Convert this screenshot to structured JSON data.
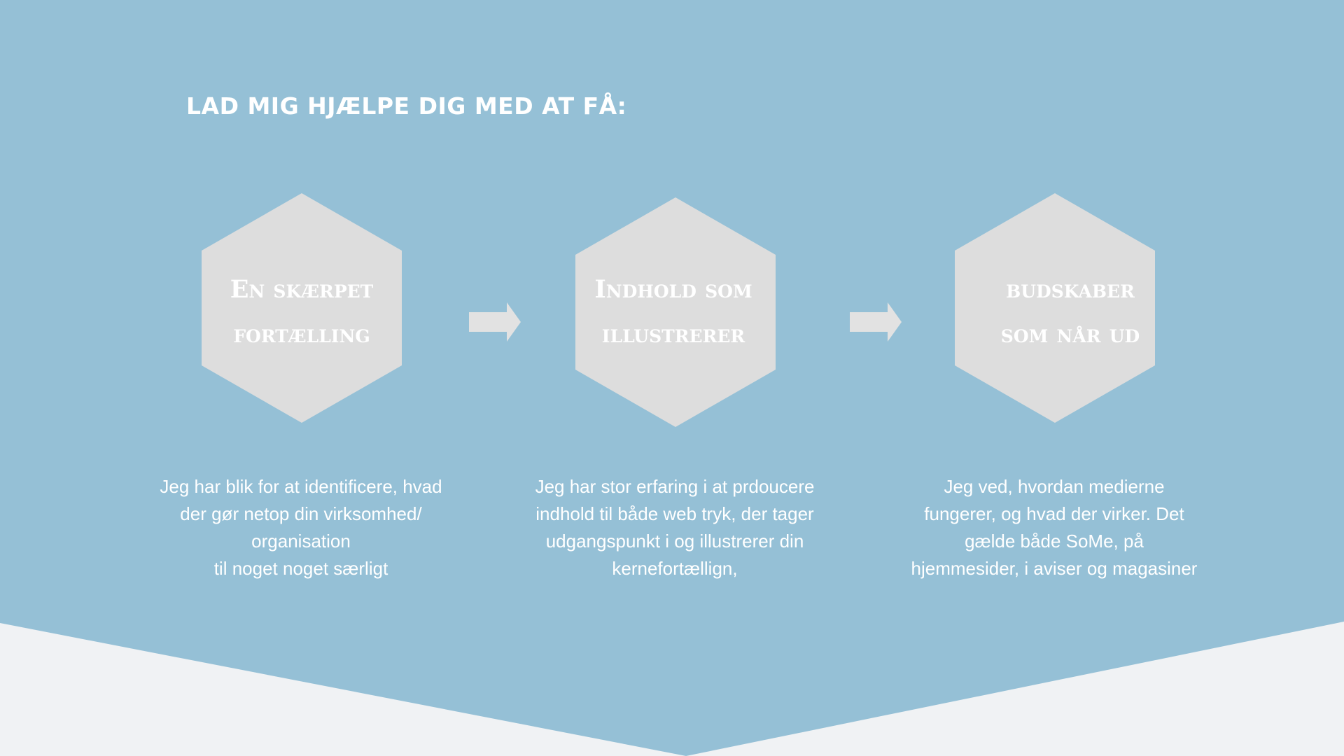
{
  "heading": "LAD MIG HJÆLPE DIG MED AT FÅ:",
  "colors": {
    "panel": "#95c0d6",
    "hexagon": "#dddddd",
    "arrow": "#e2e2e2",
    "page": "#f0f2f4",
    "text": "#ffffff"
  },
  "steps": [
    {
      "title": "En skærpet\nfortælling",
      "description": "Jeg har blik for at identificere, hvad\nder gør netop din virksomhed/\norganisation\ntil noget noget særligt"
    },
    {
      "title": "Indhold som\nillustrerer",
      "description": "Jeg har stor erfaring i at prdoucere\nindhold til både web  tryk, der tager\nudgangspunkt i og illustrerer din\nkernefortællign,"
    },
    {
      "title": "budskaber\nsom når ud",
      "description": "Jeg ved, hvordan medierne\nfungerer, og hvad der virker. Det\ngælde både SoMe, på\nhjemmesider, i aviser og magasiner"
    }
  ],
  "arrows": [
    {
      "icon": "right-arrow-icon"
    },
    {
      "icon": "right-arrow-icon"
    }
  ]
}
